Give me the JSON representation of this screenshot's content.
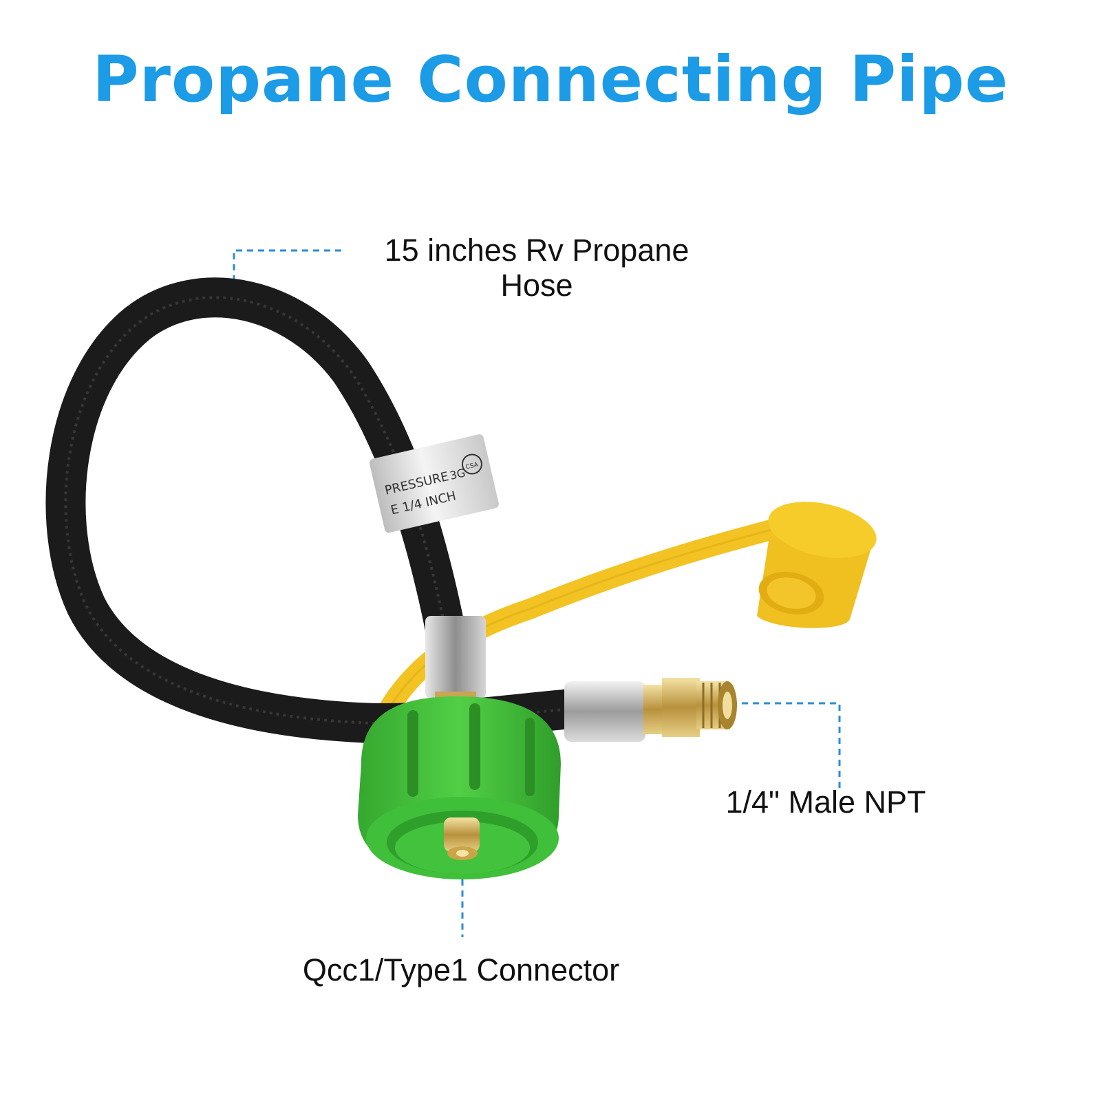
{
  "title": "Propane Connecting Pipe",
  "labels": {
    "hose_line1": "15 inches Rv Propane",
    "hose_line2": "Hose",
    "npt": "1/4\" Male NPT",
    "connector": "Qcc1/Type1 Connector"
  },
  "hose_tag": {
    "line1": "PRESSURE",
    "code": "3G",
    "line2": "E 1/4 INCH",
    "cert_mark": "CSA"
  },
  "colors": {
    "title": "#1c9be6",
    "leader_line": "#2a8cd6",
    "hose": "#1b1b1b",
    "cap": "#f2c322",
    "connector": "#3fbf3a",
    "brass": "#cfae5e",
    "steel": "#c8c8c8"
  }
}
